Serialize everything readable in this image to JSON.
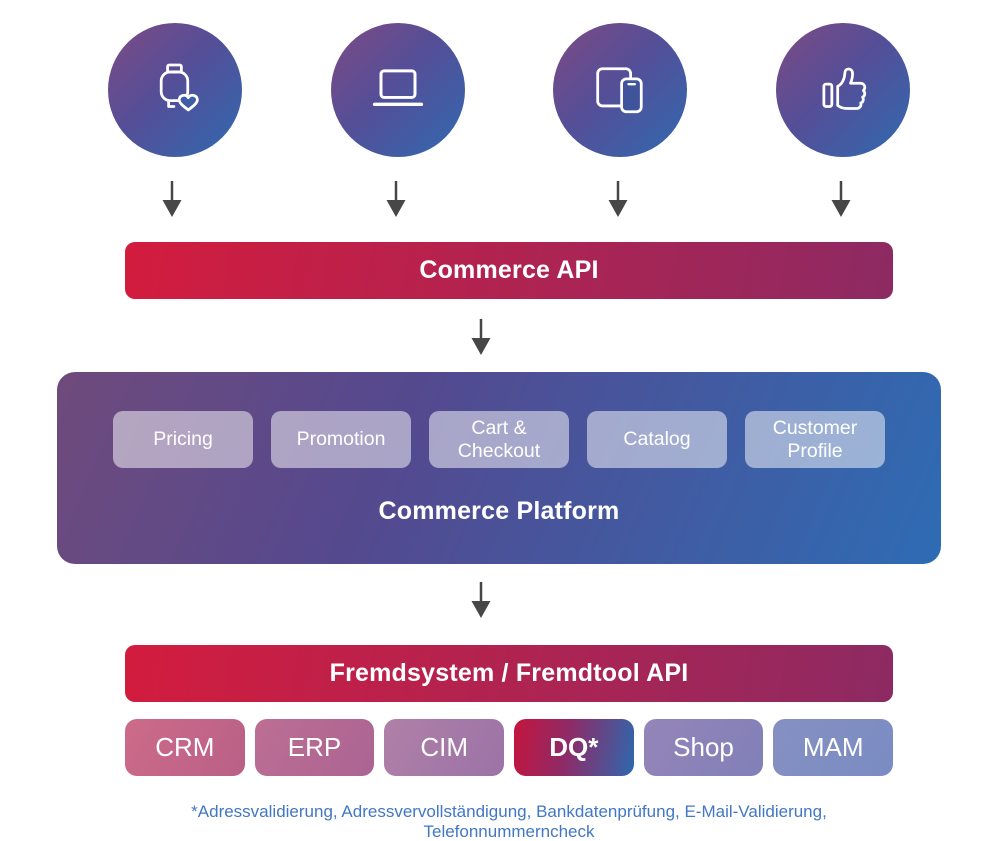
{
  "device_channels": [
    {
      "icon": "smartwatch-heart-icon"
    },
    {
      "icon": "laptop-icon"
    },
    {
      "icon": "tablet-phone-icon"
    },
    {
      "icon": "thumbs-up-icon"
    }
  ],
  "commerce_api": {
    "label": "Commerce API"
  },
  "platform": {
    "title": "Commerce Platform",
    "modules": [
      "Pricing",
      "Promotion",
      "Cart & Checkout",
      "Catalog",
      "Customer Profile"
    ]
  },
  "external_api": {
    "label": "Fremdsystem / Fremdtool API"
  },
  "external_systems": [
    {
      "label": "CRM"
    },
    {
      "label": "ERP"
    },
    {
      "label": "CIM"
    },
    {
      "label": "DQ*",
      "highlighted": true
    },
    {
      "label": "Shop"
    },
    {
      "label": "MAM"
    }
  ],
  "footnote": "*Adressvalidierung, Adressvervollständigung, Bankdatenprüfung, E-Mail-Validierung, Telefonnummerncheck",
  "colors": {
    "api_bar_gradient": [
      "#d31c3e",
      "#8d2a63"
    ],
    "platform_gradient": [
      "#6f4a7c",
      "#2e6cb4"
    ],
    "circle_gradient": [
      "#7e4b84",
      "#3a62a9"
    ],
    "dq_gradient": [
      "#c4153d",
      "#2e68ae"
    ],
    "module_pill": "rgba(255,255,255,0.5)",
    "arrow": "#474747",
    "footnote_text": "#4277c4"
  }
}
